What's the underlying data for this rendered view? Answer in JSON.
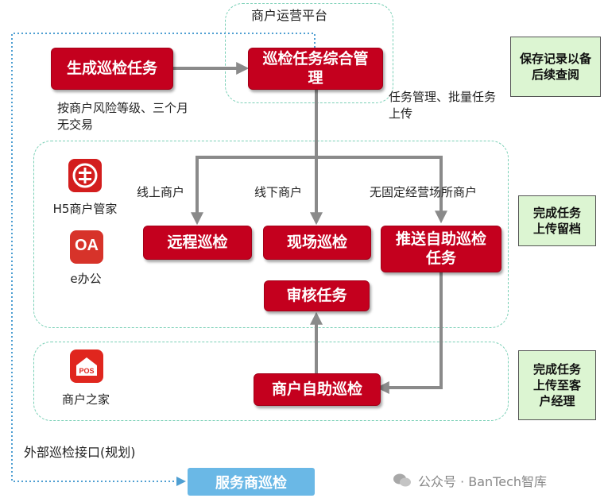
{
  "platform": {
    "title": "商户运营平台"
  },
  "nodes": {
    "generate": "生成巡检任务",
    "manage": "巡检任务综合管理",
    "remote": "远程巡检",
    "onsite": "现场巡检",
    "push": "推送自助巡检任务",
    "audit": "审核任务",
    "self": "商户自助巡检",
    "service": "服务商巡检"
  },
  "notes": {
    "generate_note": "按商户风险等级、三个月无交易",
    "manage_note": "任务管理、批量任务上传",
    "online": "线上商户",
    "offline": "线下商户",
    "no_fixed": "无固定经营场所商户",
    "external": "外部巡检接口(规划)"
  },
  "side_boxes": {
    "save": "保存记录以备后续查阅",
    "upload_archive": "完成任务上传留档",
    "upload_manager": "完成任务上传至客户经理"
  },
  "apps": {
    "h5": "H5商户管家",
    "oa": "e办公",
    "pos": "商户之家",
    "oa_glyph": "OA",
    "pos_glyph": "POS"
  },
  "watermark": "公众号 · BanTech智库",
  "colors": {
    "red": "#c4001e",
    "green_fill": "#dcf5d2",
    "zone_border": "#7ad0b6",
    "blue": "#6ab8e6",
    "arrow": "#888888"
  }
}
